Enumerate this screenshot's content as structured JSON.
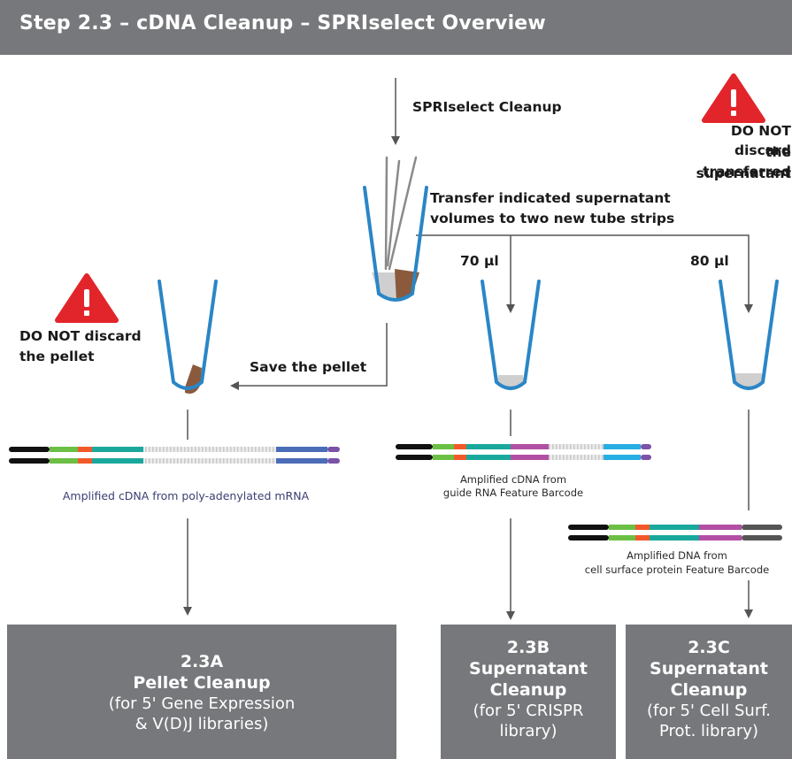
{
  "header": {
    "title": "Step 2.3 – cDNA Cleanup  – SPRIselect Overview"
  },
  "labels": {
    "spriselect": "SPRIselect Cleanup",
    "transfer_line1": "Transfer indicated supernatant",
    "transfer_line2": "volumes to two new tube strips",
    "vol_a": "70 µl",
    "vol_b": "80 µl",
    "save_pellet": "Save the pellet"
  },
  "warnings": {
    "pellet": {
      "line1": "DO NOT discard",
      "line2": "the pellet"
    },
    "supernatant": {
      "line1": "DO NOT discard",
      "line2": "the transferred",
      "line3": "supernatant"
    }
  },
  "products": {
    "poly_a": "Amplified cDNA from poly-adenylated mRNA",
    "guide_line1": "Amplified cDNA from",
    "guide_line2": "guide RNA Feature Barcode",
    "protein_line1": "Amplified DNA from",
    "protein_line2": "cell surface protein Feature Barcode"
  },
  "outcomes": [
    {
      "id": "2.3A",
      "name": "Pellet Cleanup",
      "desc1": "(for 5' Gene Expression",
      "desc2": "& V(D)J libraries)"
    },
    {
      "id": "2.3B",
      "name1": "Supernatant",
      "name2": "Cleanup",
      "desc1": "(for 5' CRISPR",
      "desc2": "library)"
    },
    {
      "id": "2.3C",
      "name1": "Supernatant",
      "name2": "Cleanup",
      "desc1": "(for 5' Cell Surf.",
      "desc2": "Prot. library)"
    }
  ],
  "colors": {
    "header_bg": "#77787b",
    "tube": "#2a86c6",
    "pellet": "#8b5a3c",
    "liquid": "#cfcfcf",
    "warning": "#e2252b",
    "arrow": "#555555",
    "seg_black": "#111111",
    "seg_green": "#6cbf45",
    "seg_orange": "#f2592a",
    "seg_teal": "#1aa89c",
    "seg_magenta": "#b24fa4",
    "seg_cyan": "#27aee2",
    "seg_blue": "#4b6cb7",
    "seg_violet": "#7b52a8",
    "seg_dark": "#555555"
  }
}
